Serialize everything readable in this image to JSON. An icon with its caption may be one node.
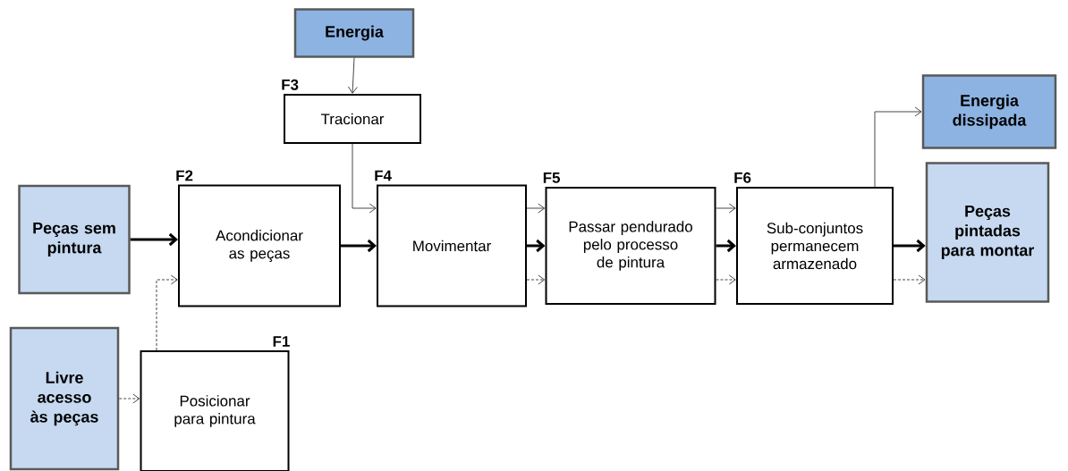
{
  "diagram": {
    "nodes": [
      {
        "text": [
          "Energia"
        ]
      },
      {
        "text": [
          "Tracionar"
        ],
        "beside": [
          "F3"
        ]
      },
      {
        "text": [
          "Peças sem pintura"
        ]
      },
      {
        "text": [
          "Acondicionar as peças"
        ],
        "beside": [
          "F2"
        ]
      },
      {
        "text": [
          "Movimentar"
        ],
        "beside": [
          "F4"
        ]
      },
      {
        "text": [
          "Passar pendurado pelo processo de pintura"
        ],
        "beside": [
          "F5"
        ]
      },
      {
        "text": [
          "Sub-conjuntos permanecem armazenado"
        ],
        "beside": [
          "F6"
        ]
      },
      {
        "text": [
          "Energia dissipada"
        ]
      },
      {
        "text": [
          "Peças pintadas para montar"
        ]
      },
      {
        "text": [
          "Livre acesso às peças"
        ]
      },
      {
        "text": [
          "Posicionar para pintura"
        ],
        "beside": [
          "F1"
        ]
      }
    ],
    "edges": [
      {
        "from": 0,
        "to": 1,
        "arrow": "to"
      },
      {
        "from": 1,
        "to": 4,
        "arrow": "to"
      },
      {
        "from": 2,
        "to": 3,
        "arrow": "to",
        "style": "thick"
      },
      {
        "from": 10,
        "to": 3,
        "arrow": "to",
        "style": "dashed"
      },
      {
        "from": 9,
        "to": 10,
        "arrow": "to",
        "style": "dashed"
      },
      {
        "from": 3,
        "to": 4,
        "arrow": "to",
        "style": "thick"
      },
      {
        "from": 4,
        "to": 5,
        "arrow": "to"
      },
      {
        "from": 4,
        "to": 5,
        "arrow": "to",
        "style": "thick"
      },
      {
        "from": 4,
        "to": 5,
        "arrow": "to",
        "style": "dashed"
      },
      {
        "from": 5,
        "to": 6,
        "arrow": "to"
      },
      {
        "from": 5,
        "to": 6,
        "arrow": "to",
        "style": "thick"
      },
      {
        "from": 5,
        "to": 6,
        "arrow": "to",
        "style": "dashed"
      },
      {
        "from": 6,
        "to": 7,
        "arrow": "to"
      },
      {
        "from": 6,
        "to": 8,
        "arrow": "to",
        "style": "thick"
      },
      {
        "from": 6,
        "to": 8,
        "arrow": "to",
        "style": "dashed"
      }
    ]
  }
}
